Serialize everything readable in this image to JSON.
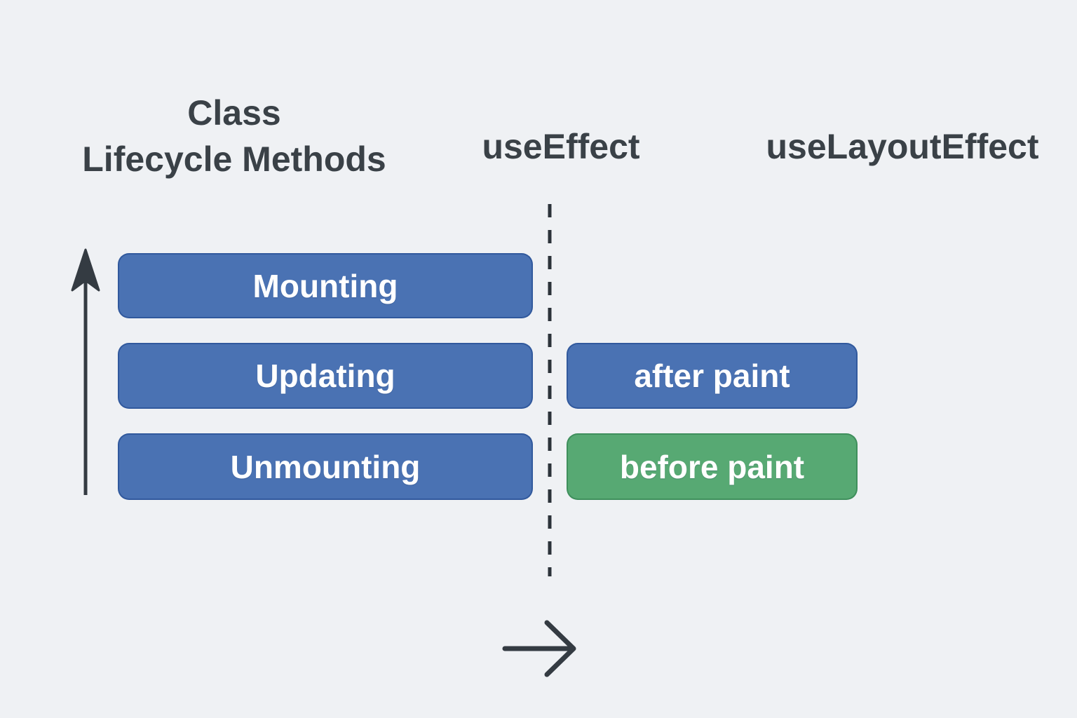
{
  "headers": {
    "class_lifecycle_line1": "Class",
    "class_lifecycle_line2": "Lifecycle Methods",
    "use_effect": "useEffect",
    "use_layout_effect": "useLayoutEffect"
  },
  "lifecycle": {
    "items": [
      {
        "label": "Mounting",
        "color": "#4a72b3"
      },
      {
        "label": "Updating",
        "color": "#4a72b3"
      },
      {
        "label": "Unmounting",
        "color": "#4a72b3"
      }
    ]
  },
  "timing": {
    "items": [
      {
        "label": "after paint",
        "color": "#4a72b3"
      },
      {
        "label": "before paint",
        "color": "#57a973"
      }
    ]
  },
  "icons": {
    "up_arrow": "up-arrow-icon",
    "right_arrow": "right-arrow-icon",
    "dashed_divider": "dashed-divider-line"
  },
  "colors": {
    "background": "#eff1f4",
    "box_blue": "#4a72b3",
    "box_green": "#57a973",
    "header_text": "#3a4147",
    "box_text": "#ffffff",
    "arrow_stroke": "#343b42",
    "dash_stroke": "#2c333a"
  }
}
